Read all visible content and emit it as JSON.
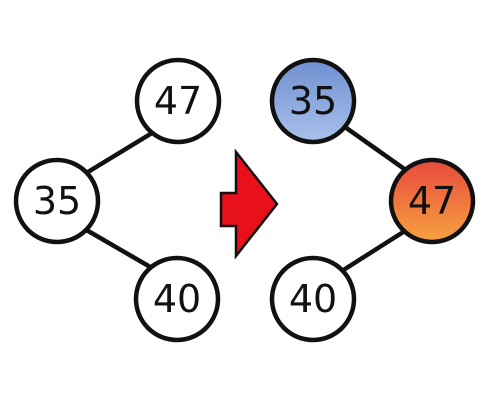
{
  "before_tree": {
    "nodes": [
      {
        "id": "b47",
        "label": "47"
      },
      {
        "id": "b35",
        "label": "35"
      },
      {
        "id": "b40",
        "label": "40"
      }
    ]
  },
  "after_tree": {
    "nodes": [
      {
        "id": "a35",
        "label": "35"
      },
      {
        "id": "a47",
        "label": "47"
      },
      {
        "id": "a40",
        "label": "40"
      }
    ]
  },
  "colors": {
    "node_default": "#ffffff",
    "node_blue_top": "#6f8fd0",
    "node_blue_bottom": "#a9c0ea",
    "node_orange_top": "#e8493c",
    "node_orange_bottom": "#f7a23f",
    "arrow": "#e8111a",
    "stroke": "#111111"
  },
  "arrow_icon": "rotation-arrow-icon"
}
